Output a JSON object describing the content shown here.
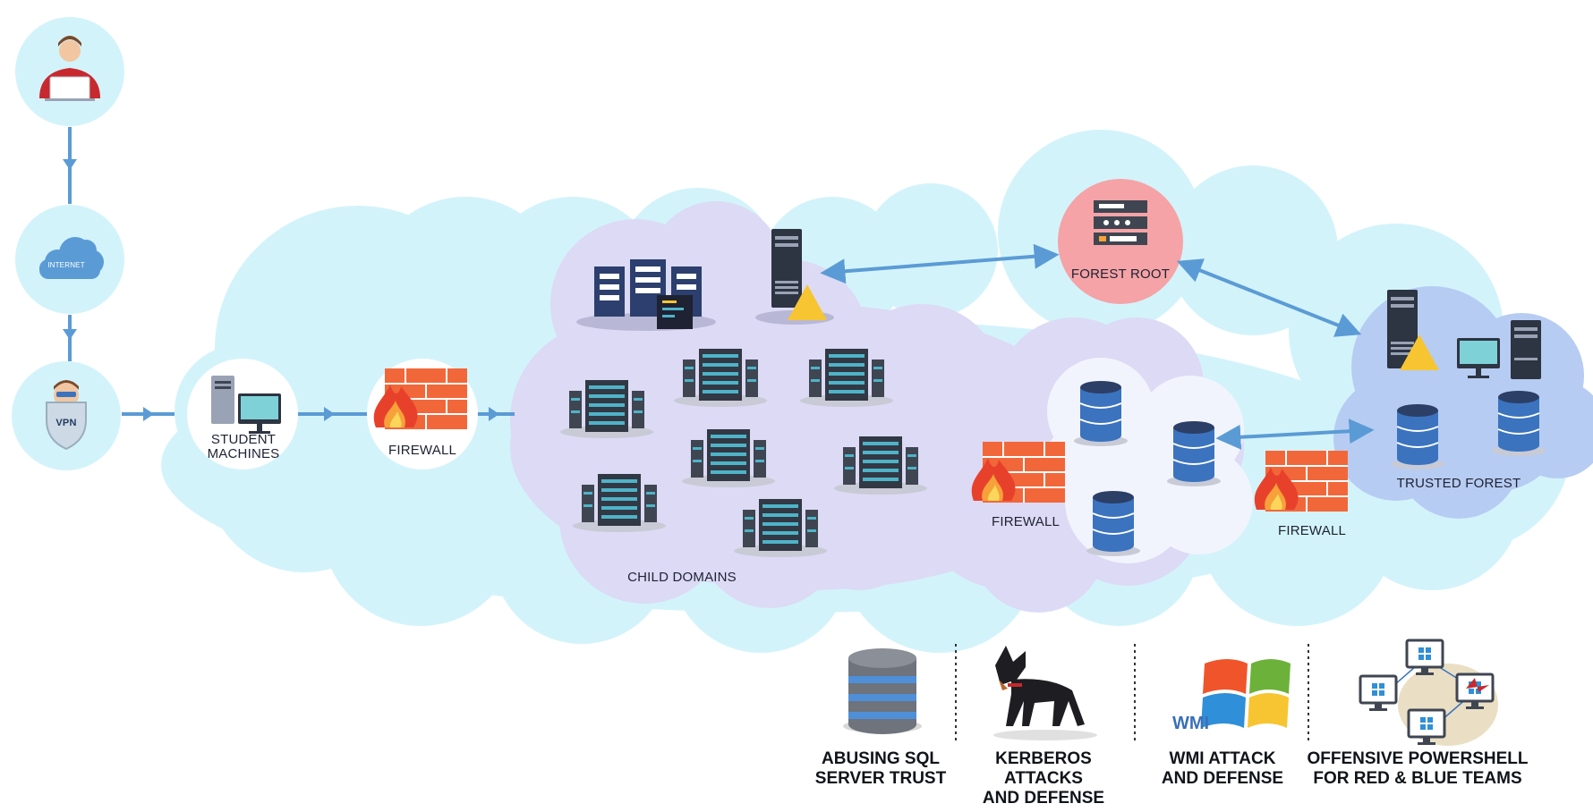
{
  "labels": {
    "internet": "INTERNET",
    "vpn": "VPN",
    "student_machines": "STUDENT\nMACHINES",
    "firewall_1": "FIREWALL",
    "child_domains": "CHILD DOMAINS",
    "forest_root": "FOREST ROOT",
    "firewall_2": "FIREWALL",
    "firewall_3": "FIREWALL",
    "trusted_forest": "TRUSTED FOREST",
    "wmi": "WMI"
  },
  "features": [
    {
      "title": "ABUSING SQL\nSERVER TRUST",
      "icon": "database-icon"
    },
    {
      "title": "KERBEROS ATTACKS\nAND DEFENSE",
      "icon": "doberman-icon"
    },
    {
      "title": "WMI ATTACK\nAND DEFENSE",
      "icon": "windows-logo-icon"
    },
    {
      "title": "OFFENSIVE POWERSHELL\nFOR RED & BLUE TEAMS",
      "icon": "network-attack-icon"
    }
  ],
  "colors": {
    "cloud": "#d3f3fb",
    "domain_cloud": "#dcdaf5",
    "trusted_cloud": "#b7ccf2",
    "forest_root": "#f5a3a6",
    "arrow": "#5b9bd5",
    "firewall": "#f2673a"
  }
}
